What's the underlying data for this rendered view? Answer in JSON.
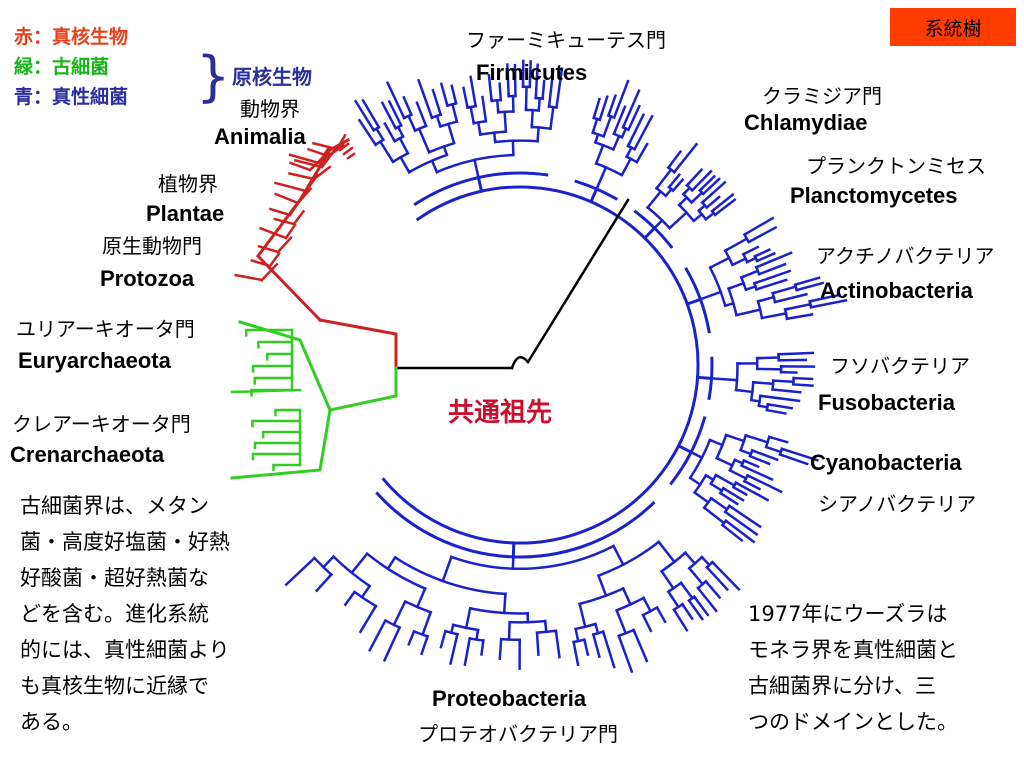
{
  "badge": "系統樹",
  "legend": {
    "red": {
      "key": "赤：",
      "value": "真核生物",
      "color": "#e8401c"
    },
    "green": {
      "key": "緑：",
      "value": "古細菌",
      "color": "#19b31a"
    },
    "blue": {
      "key": "青：",
      "value": "真性細菌",
      "color": "#2a2f9a"
    },
    "prokaryote": "原核生物"
  },
  "colors": {
    "eukaryote": "#cc2222",
    "archaea": "#33cc22",
    "bacteria": "#1a22cc",
    "root": "#000000"
  },
  "center_label": "共通祖先",
  "groups": {
    "firmicutes": {
      "jp": "ファーミキューテス門",
      "en": "Firmicutes"
    },
    "chlamydiae": {
      "jp": "クラミジア門",
      "en": "Chlamydiae"
    },
    "planctomycetes": {
      "jp": "プランクトンミセス",
      "en": "Planctomycetes"
    },
    "actinobacteria": {
      "jp": "アクチノバクテリア",
      "en": "Actinobacteria"
    },
    "fusobacteria": {
      "jp": "フソバクテリア",
      "en": "Fusobacteria"
    },
    "cyanobacteria": {
      "jp": "シアノバクテリア",
      "en": "Cyanobacteria"
    },
    "proteobacteria": {
      "jp": "プロテオバクテリア門",
      "en": "Proteobacteria"
    },
    "animalia": {
      "jp": "動物界",
      "en": "Animalia"
    },
    "plantae": {
      "jp": "植物界",
      "en": "Plantae"
    },
    "protozoa": {
      "jp": "原生動物門",
      "en": "Protozoa"
    },
    "euryarchaeota": {
      "jp": "ユリアーキオータ門",
      "en": "Euryarchaeota"
    },
    "crenarchaeota": {
      "jp": "クレアーキオータ門",
      "en": "Crenarchaeota"
    }
  },
  "note_left": [
    "古細菌界は、メタン",
    "菌・高度好塩菌・好熱",
    "好酸菌・超好熱菌な",
    "どを含む。進化系統",
    "的には、真性細菌より",
    "も真核生物に近縁で",
    "ある。"
  ],
  "note_right": [
    "1977年にウーズラは",
    "モネラ界を真性細菌と",
    "古細菌界に分け、三",
    "つのドメインとした。"
  ]
}
